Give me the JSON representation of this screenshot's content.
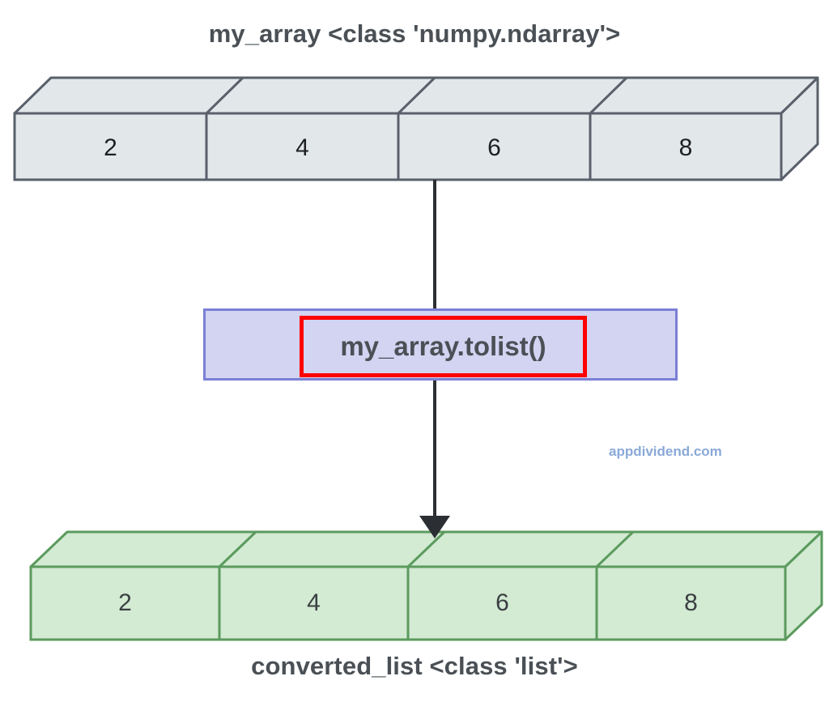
{
  "diagram": {
    "title_top": "my_array <class 'numpy.ndarray'>",
    "title_bottom": "converted_list <class 'list'>",
    "operation_label": "my_array.tolist()",
    "watermark": "appdividend.com",
    "colors": {
      "array_top_fill": "#e2e7ea",
      "array_top_stroke": "#59606b",
      "array_bottom_fill": "#d3ead3",
      "array_bottom_stroke": "#5b9b5e",
      "op_box_fill": "#d2d4f2",
      "op_box_stroke": "#7b7fd4",
      "highlight_stroke": "#ff0000",
      "arrow_color": "#2b2f33",
      "text_color": "#4a5055",
      "watermark_color": "#8aa9d8"
    },
    "top_array": {
      "name": "my_array",
      "type": "<class 'numpy.ndarray'>",
      "values": [
        "2",
        "4",
        "6",
        "8"
      ]
    },
    "bottom_array": {
      "name": "converted_list",
      "type": "<class 'list'>",
      "values": [
        "2",
        "4",
        "6",
        "8"
      ]
    },
    "arrows": [
      {
        "name": "array-to-operation",
        "has_head": false
      },
      {
        "name": "operation-to-list",
        "has_head": true
      }
    ]
  }
}
